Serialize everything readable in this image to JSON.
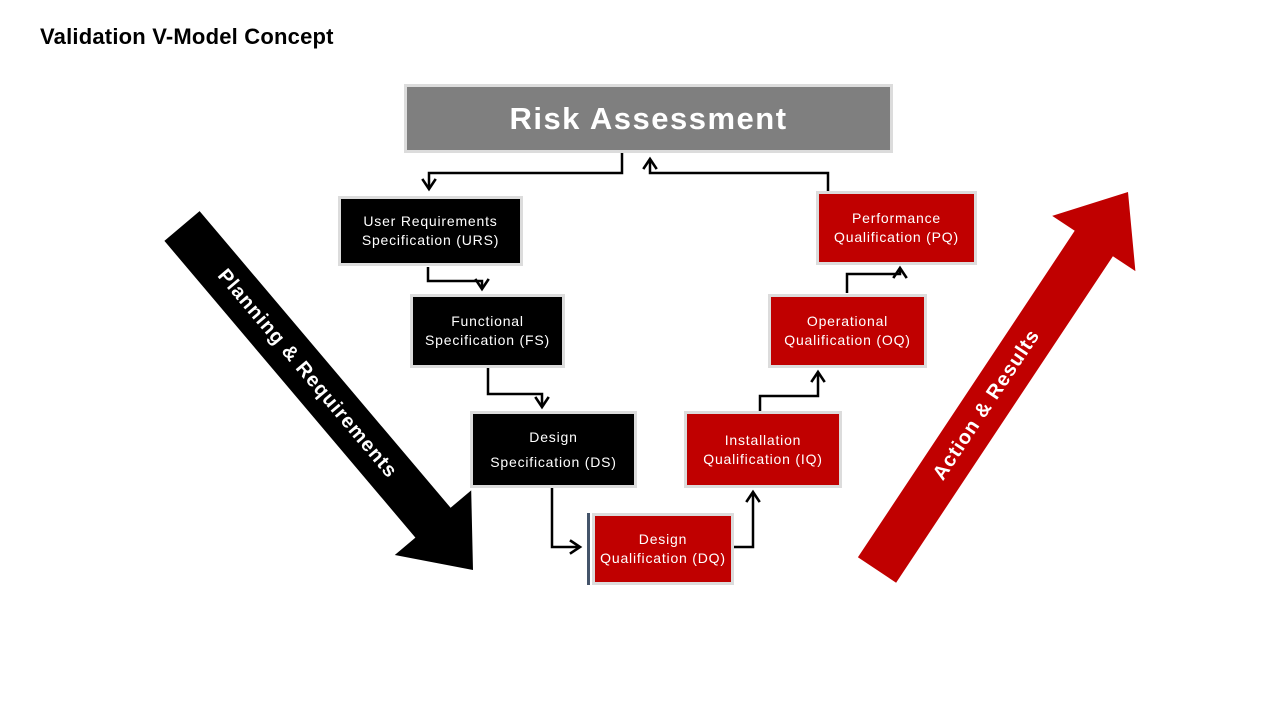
{
  "title": "Validation V-Model Concept",
  "nodes": {
    "risk": {
      "label": "Risk Assessment"
    },
    "urs": {
      "line1": "User Requirements",
      "line2": "Specification (URS)"
    },
    "fs": {
      "line1": "Functional",
      "line2": "Specification (FS)"
    },
    "ds": {
      "line1": "Design",
      "line2": "Specification (DS)"
    },
    "dq": {
      "line1": "Design",
      "line2": "Qualification (DQ)"
    },
    "iq": {
      "line1": "Installation",
      "line2": "Qualification (IQ)"
    },
    "oq": {
      "line1": "Operational",
      "line2": "Qualification (OQ)"
    },
    "pq": {
      "line1": "Performance",
      "line2": "Qualification (PQ)"
    }
  },
  "arrows": {
    "planning": {
      "label": "Planning & Requirements",
      "color": "#000000",
      "direction": "down-right"
    },
    "action": {
      "label": "Action & Results",
      "color": "#c00000",
      "direction": "up-right"
    }
  },
  "palette": {
    "specification_box": "#000000",
    "qualification_box": "#c00000",
    "risk_box": "#7f7f7f",
    "box_border": "#dcdcdc",
    "connector": "#000000",
    "dq_accent_bar": "#44546a",
    "background": "#ffffff",
    "title_text": "#000000",
    "box_text": "#ffffff"
  }
}
